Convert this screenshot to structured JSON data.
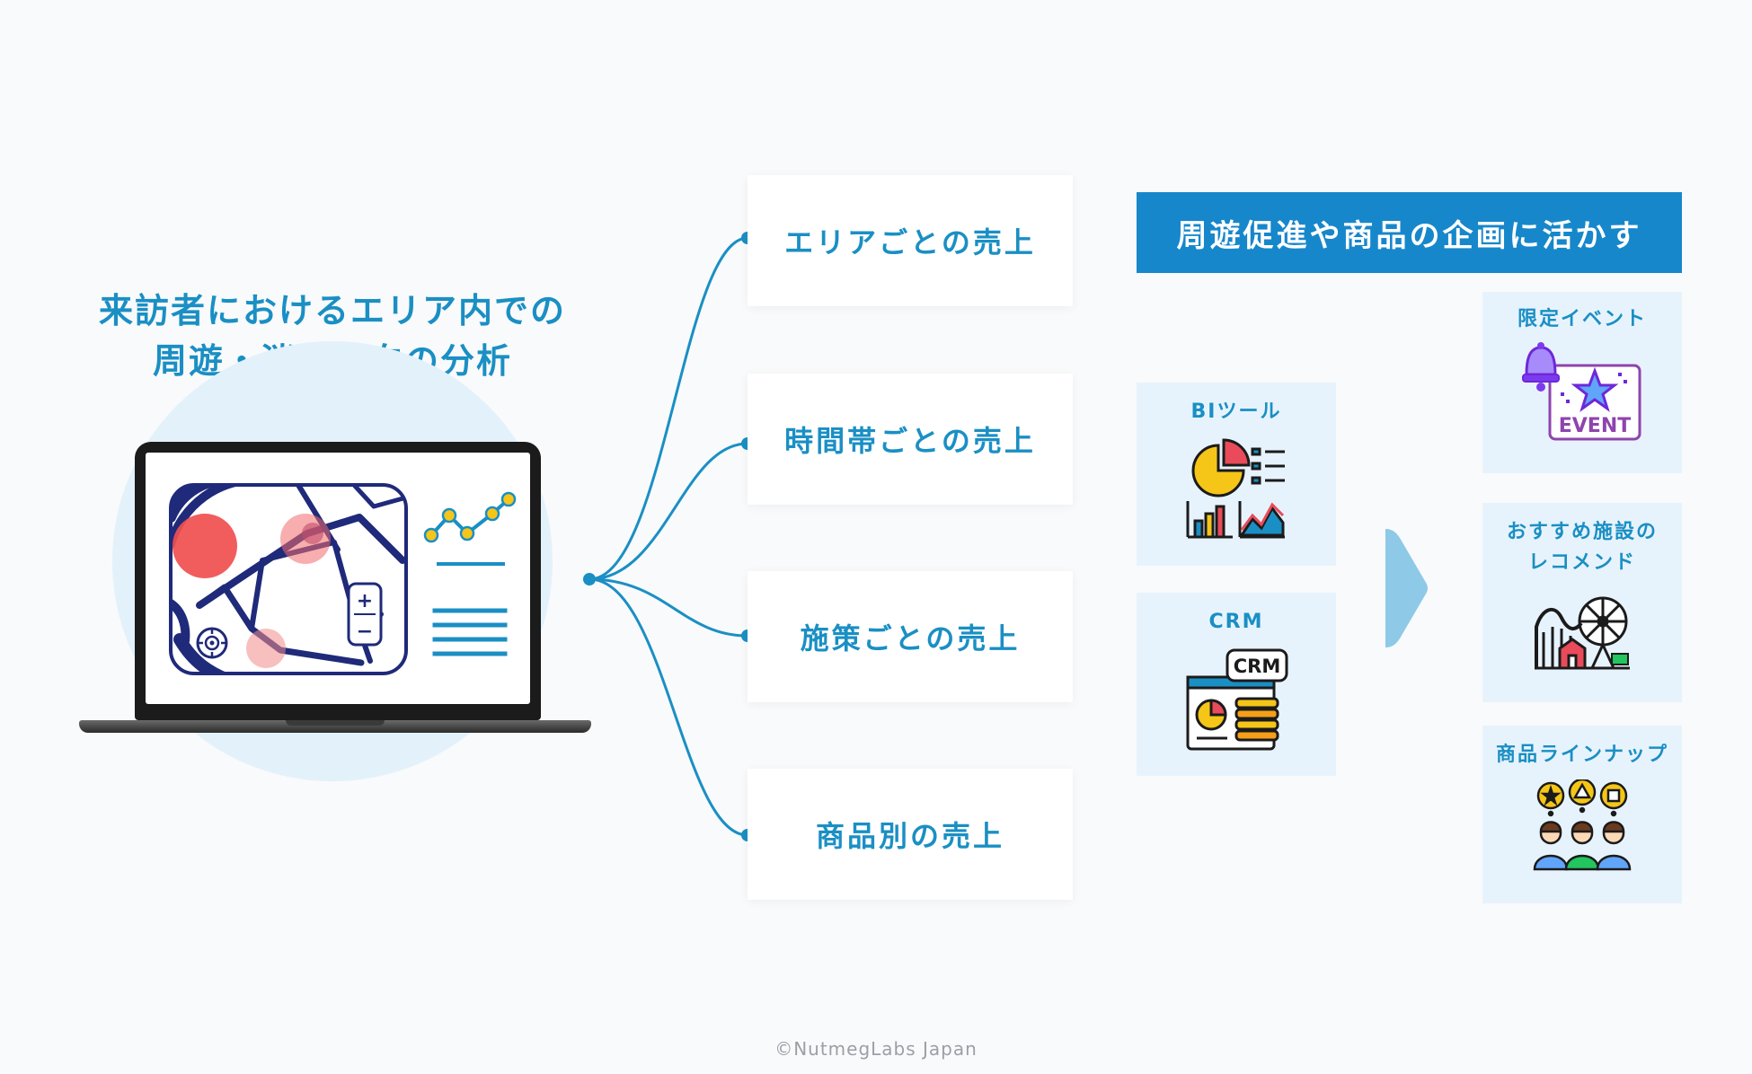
{
  "headline": {
    "line1": "来訪者におけるエリア内での",
    "line2": "周遊・消費傾向の分析"
  },
  "categories": [
    {
      "label": "エリアごとの売上"
    },
    {
      "label": "時間帯ごとの売上"
    },
    {
      "label": "施策ごとの売上"
    },
    {
      "label": "商品別の売上"
    }
  ],
  "banner": {
    "label": "周遊促進や商品の企画に活かす"
  },
  "tools": [
    {
      "label": "BIツール",
      "icon": "bi-dashboard-icon"
    },
    {
      "label": "CRM",
      "icon": "crm-icon"
    }
  ],
  "actions": [
    {
      "label": "限定イベント",
      "icon": "event-bell-icon",
      "icon_text": "EVENT"
    },
    {
      "label_line1": "おすすめ施設の",
      "label_line2": "レコメンド",
      "icon": "amusement-park-icon"
    },
    {
      "label": "商品ラインナップ",
      "icon": "customers-icon"
    }
  ],
  "laptop_screen": {
    "icons": [
      "map-icon",
      "line-chart-icon",
      "zoom-in-icon",
      "zoom-out-icon",
      "locate-icon",
      "text-lines-icon"
    ],
    "zoom_in_glyph": "+",
    "zoom_out_glyph": "−"
  },
  "colors": {
    "accent": "#1a8fc4",
    "banner": "#1787cb",
    "card_bg": "#e7f3fc",
    "chevron": "#8ec9e8",
    "map_navy": "#1f2a7a",
    "heat_red": "#f04f4f"
  },
  "copyright": "©NutmegLabs Japan"
}
